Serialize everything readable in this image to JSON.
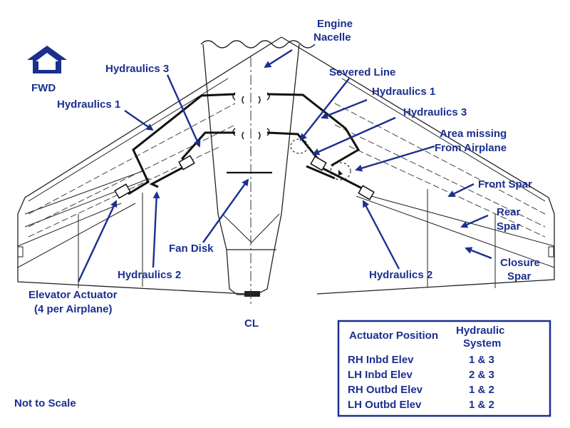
{
  "fwd": "FWD",
  "labels": {
    "engine_nacelle_1": "Engine",
    "engine_nacelle_2": "Nacelle",
    "severed_line": "Severed Line",
    "hydraulics_3_left": "Hydraulics 3",
    "hydraulics_1_left": "Hydraulics 1",
    "hydraulics_1_right": "Hydraulics 1",
    "hydraulics_3_right": "Hydraulics 3",
    "area_missing_1": "Area missing",
    "area_missing_2": "From Airplane",
    "front_spar": "Front Spar",
    "rear_spar_1": "Rear",
    "rear_spar_2": "Spar",
    "closure_spar_1": "Closure",
    "closure_spar_2": "Spar",
    "fan_disk": "Fan Disk",
    "hydraulics_2_left": "Hydraulics 2",
    "hydraulics_2_right": "Hydraulics 2",
    "elevator_actuator_1": "Elevator Actuator",
    "elevator_actuator_2": "(4 per Airplane)",
    "centerline": "CL",
    "not_to_scale": "Not to Scale"
  },
  "table": {
    "header_col1": "Actuator Position",
    "header_col2_1": "Hydraulic",
    "header_col2_2": "System",
    "rows": [
      {
        "position": "RH Inbd Elev",
        "system": "1 & 3"
      },
      {
        "position": "LH Inbd Elev",
        "system": "2 & 3"
      },
      {
        "position": "RH Outbd Elev",
        "system": "1 & 2"
      },
      {
        "position": "LH Outbd Elev",
        "system": "1 & 2"
      }
    ]
  },
  "colors": {
    "label": "#1b2f8f",
    "ink": "#222222"
  }
}
